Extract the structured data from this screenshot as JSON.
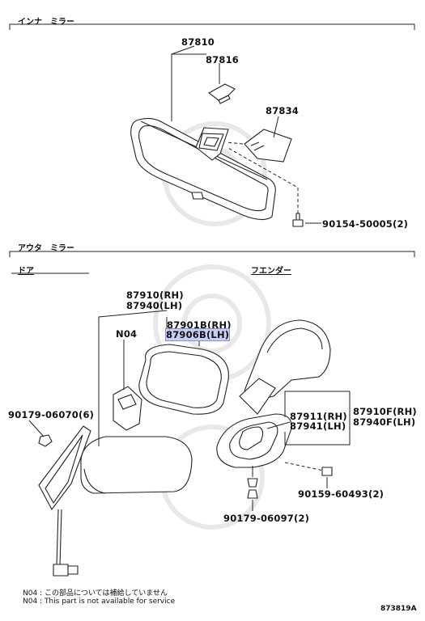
{
  "sections": {
    "inner_mirror": "インナ　ミラー",
    "outer_mirror": "アウタ　ミラー",
    "door": "ドア",
    "fender": "フエンダー"
  },
  "parts": {
    "p87810": "87810",
    "p87816": "87816",
    "p87834": "87834",
    "p90154": "90154-50005(2)",
    "p87910_rh": "87910(RH)",
    "p87940_lh": "87940(LH)",
    "n04": "N04",
    "p87901b_rh": "87901B(RH)",
    "p87906b_lh": "87906B(LH)",
    "p90179_06070": "90179-06070(6)",
    "p87911_rh": "87911(RH)",
    "p87941_lh": "87941(LH)",
    "p87910f_rh": "87910F(RH)",
    "p87940f_lh": "87940F(LH)",
    "p90159": "90159-60493(2)",
    "p90179_06097": "90179-06097(2)"
  },
  "notes": {
    "jp": "N04 :  この部品については補給していません",
    "en": "N04 :  This part is not available for service"
  },
  "diagram_id": "873819A",
  "colors": {
    "line": "#222222",
    "highlight": "#c9cdf0",
    "watermark": "#e6e6e6"
  }
}
